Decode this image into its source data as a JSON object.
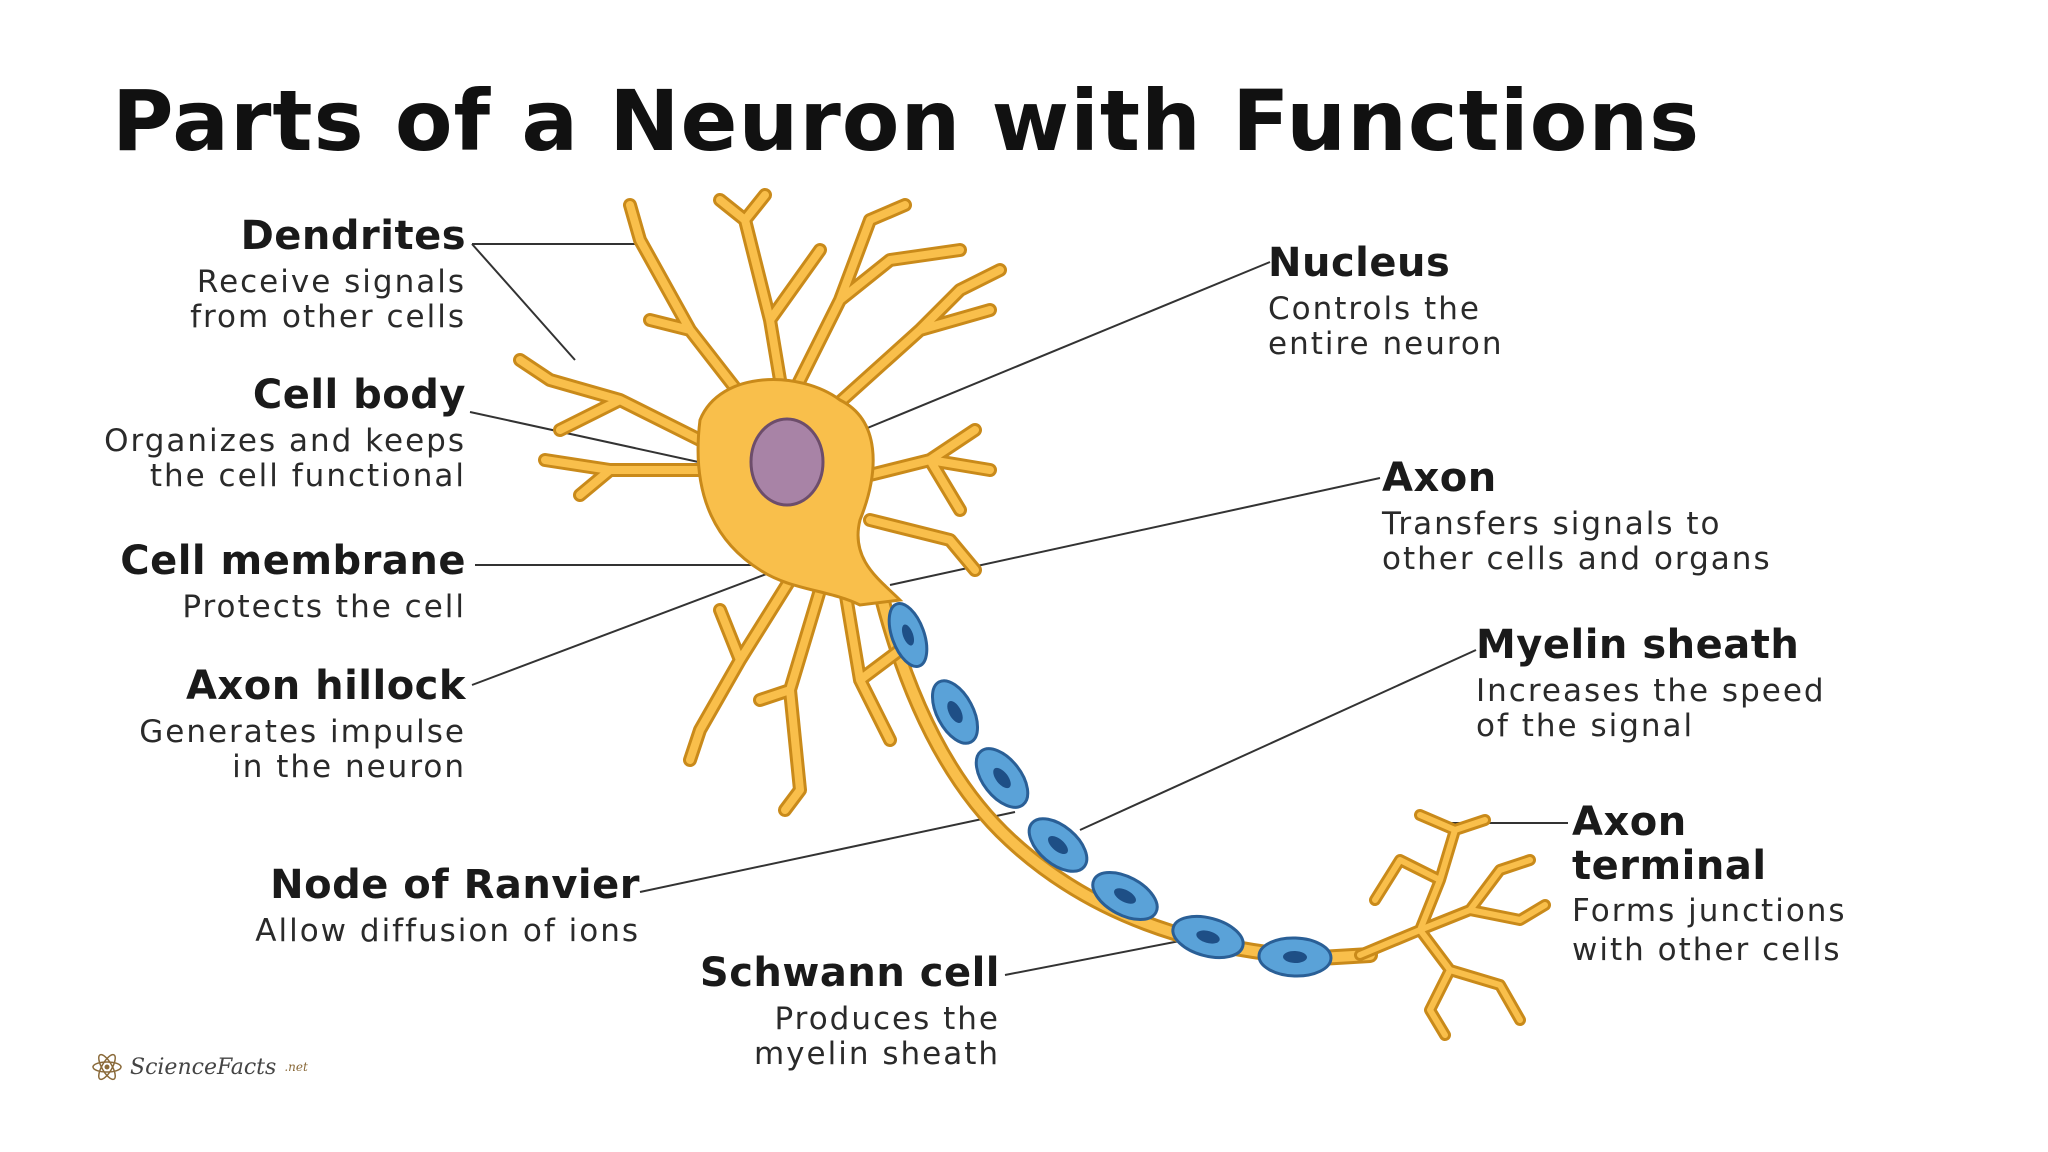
{
  "title": "Parts of a Neuron with Functions",
  "labels": {
    "dendrites": {
      "name": "Dendrites",
      "desc1": "Receive signals",
      "desc2": "from other cells"
    },
    "cell_body": {
      "name": "Cell body",
      "desc1": "Organizes and keeps",
      "desc2": "the cell functional"
    },
    "cell_membrane": {
      "name": "Cell membrane",
      "desc1": "Protects the cell"
    },
    "axon_hillock": {
      "name": "Axon hillock",
      "desc1": "Generates impulse",
      "desc2": "in the neuron"
    },
    "node_of_ranvier": {
      "name": "Node of Ranvier",
      "desc1": "Allow diffusion of ions"
    },
    "schwann_cell": {
      "name": "Schwann cell",
      "desc1": "Produces the",
      "desc2": "myelin sheath"
    },
    "nucleus": {
      "name": "Nucleus",
      "desc1": "Controls the",
      "desc2": "entire neuron"
    },
    "axon": {
      "name": "Axon",
      "desc1": "Transfers signals to",
      "desc2": "other cells and organs"
    },
    "myelin_sheath": {
      "name": "Myelin sheath",
      "desc1": "Increases the speed",
      "desc2": "of the signal"
    },
    "axon_terminal": {
      "name1": "Axon",
      "name2": "terminal",
      "desc1": "Forms junctions",
      "desc2": "with other cells"
    }
  },
  "logo": {
    "text": "ScienceFacts",
    "suffix": ".net"
  },
  "colors": {
    "cell_fill": "#f9bf4b",
    "cell_outline": "#c98a1a",
    "nucleus_fill": "#a883a6",
    "myelin_fill": "#5aa2d8",
    "myelin_core": "#1e4f86",
    "leader_line": "#333333"
  }
}
